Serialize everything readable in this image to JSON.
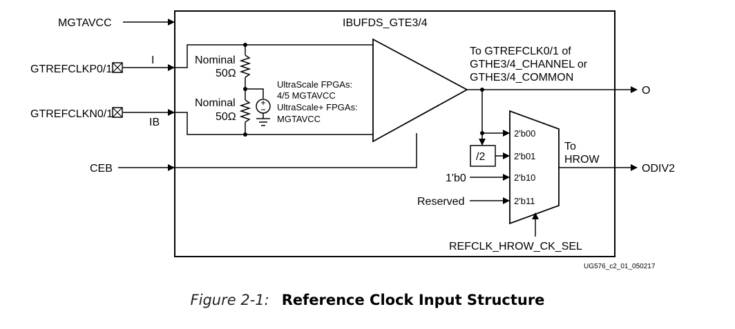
{
  "diagram": {
    "block_title": "IBUFDS_GTE3/4",
    "inputs": {
      "mgtavcc": "MGTAVCC",
      "clkp": "GTREFCLKP0/1",
      "clkn": "GTREFCLKN0/1",
      "ceb": "CEB"
    },
    "pin_i": "I",
    "pin_ib": "IB",
    "resistor_top": {
      "line1": "Nominal",
      "line2": "50Ω"
    },
    "resistor_bottom": {
      "line1": "Nominal",
      "line2": "50Ω"
    },
    "supply_note": [
      "UltraScale FPGAs:",
      "4/5 MGTAVCC",
      "UltraScale+ FPGAs:",
      "MGTAVCC"
    ],
    "dest_note": [
      "To GTREFCLK0/1 of",
      "GTHE3/4_CHANNEL or",
      "GTHE3/4_COMMON"
    ],
    "divider": "/2",
    "mux_inputs": [
      "2'b00",
      "2'b01",
      "2'b10",
      "2'b11"
    ],
    "const_input": "1'b0",
    "reserved_input": "Reserved",
    "hrow_note": [
      "To",
      "HROW"
    ],
    "sel_label": "REFCLK_HROW_CK_SEL",
    "outputs": {
      "o": "O",
      "odiv2": "ODIV2"
    },
    "figure_id": "UG576_c2_01_050217"
  },
  "caption": {
    "number": "Figure 2-1:",
    "title": "Reference Clock Input Structure"
  }
}
